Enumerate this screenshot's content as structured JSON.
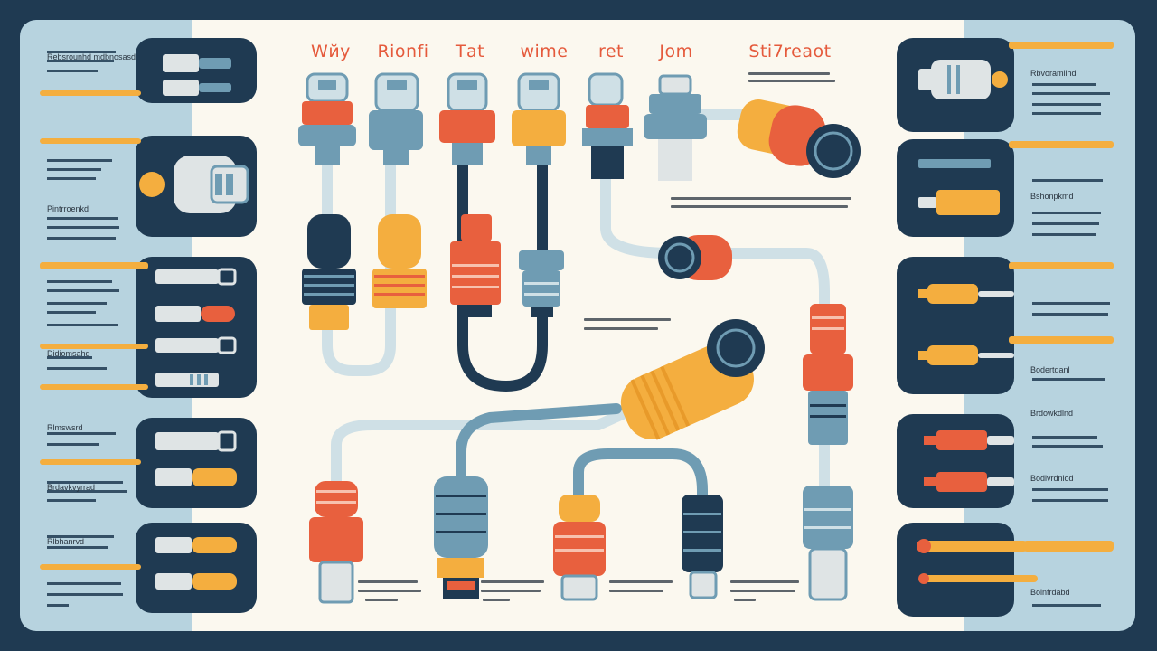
{
  "colors": {
    "navy": "#1f3a52",
    "light_blue": "#b7d3df",
    "cream": "#fbf8ef",
    "orange": "#f4ae3f",
    "red": "#e8603e",
    "steel": "#6f9cb3",
    "pale": "#dfe4e5"
  },
  "headings": [
    "Wйу",
    "Rіоnfi",
    "Tаt",
    "wіmе",
    "ret",
    "Jom",
    "Stі7reаоt"
  ],
  "left_panel": {
    "labels": [
      "Rebsrounhd\nmdbnosasd",
      "Pintrroenkd",
      "Didiomsahd",
      "Rlmswsrd",
      "Brdavkvyrrad",
      "Rlbhanrvd"
    ]
  },
  "right_panel": {
    "labels": [
      "Rbvoramlihd",
      "Bshonpkmd",
      "Bodertdanl",
      "Brdowkdlnd",
      "Bodlvrdniod",
      "Boinfrdabd"
    ]
  }
}
